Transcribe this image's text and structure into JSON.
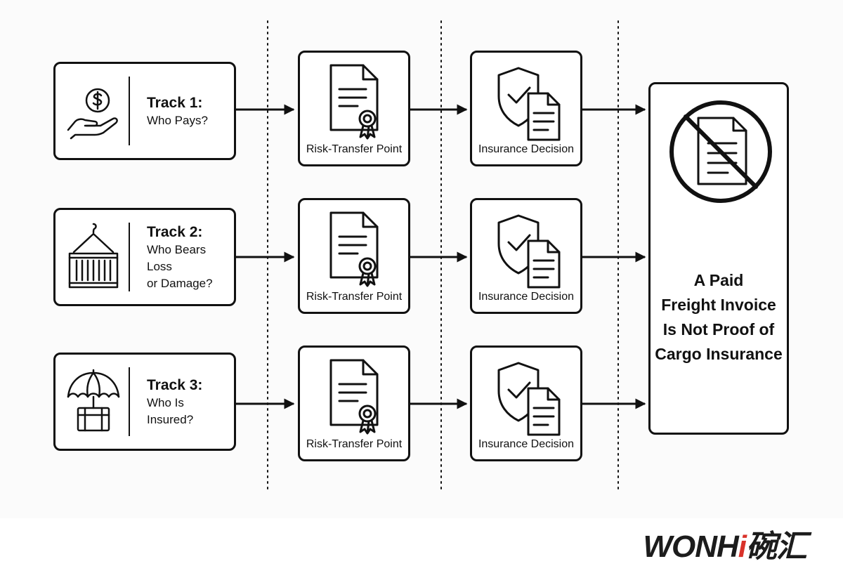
{
  "tracks": [
    {
      "title": "Track 1:",
      "lines": [
        "Who Pays?"
      ],
      "icon": "hand-dollar-icon"
    },
    {
      "title": "Track 2:",
      "lines": [
        "Who Bears Loss",
        "or Damage?"
      ],
      "icon": "shipping-container-icon"
    },
    {
      "title": "Track 3:",
      "lines": [
        "Who Is",
        "Insured?"
      ],
      "icon": "umbrella-cargo-icon"
    }
  ],
  "risk_step_label": "Risk-Transfer Point",
  "insurance_step_label": "Insurance Decision",
  "result": {
    "lines": [
      "A Paid",
      "Freight Invoice",
      "Is Not Proof of",
      "Cargo Insurance"
    ],
    "icon": "no-document-icon"
  },
  "brand": {
    "latin": "WONHi",
    "accent_letter": "i",
    "chinese": "碗汇",
    "accent_color": "#d9322a"
  }
}
